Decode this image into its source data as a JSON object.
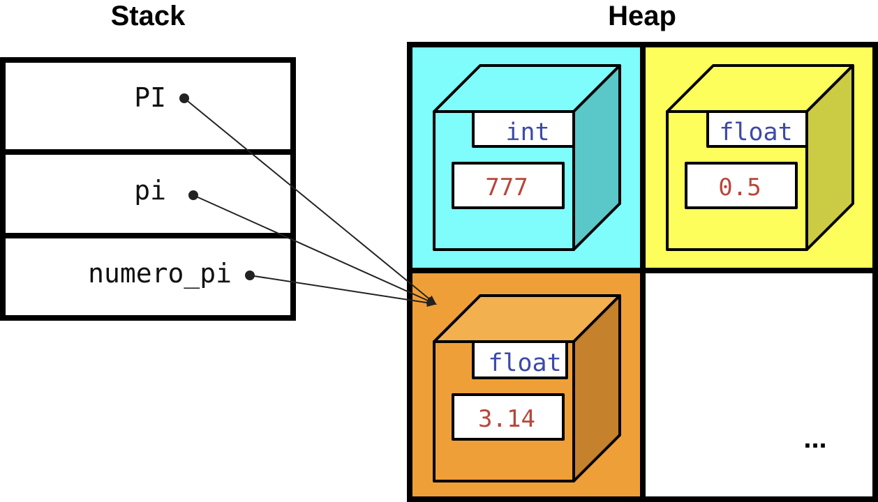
{
  "stack": {
    "title": "Stack",
    "variables": [
      "PI",
      "pi",
      "numero_pi"
    ]
  },
  "heap": {
    "title": "Heap",
    "cells": [
      {
        "type": "int",
        "value": "777",
        "color": "#7ffcfc",
        "front": "#7ffcfc",
        "top": "#7ffcfc",
        "side": "#5ac8c8"
      },
      {
        "type": "float",
        "value": "0.5",
        "color": "#fdfd5c",
        "front": "#fdfd5c",
        "top": "#fdfd5c",
        "side": "#cccb44"
      },
      {
        "type": "float",
        "value": "3.14",
        "color": "#ef9f38",
        "front": "#ef9f38",
        "top": "#f2b04f",
        "side": "#c5812c"
      }
    ],
    "empty_cell_text": "..."
  },
  "references": [
    {
      "from": "PI",
      "to_cell": 2
    },
    {
      "from": "pi",
      "to_cell": 2
    },
    {
      "from": "numero_pi",
      "to_cell": 2
    }
  ]
}
